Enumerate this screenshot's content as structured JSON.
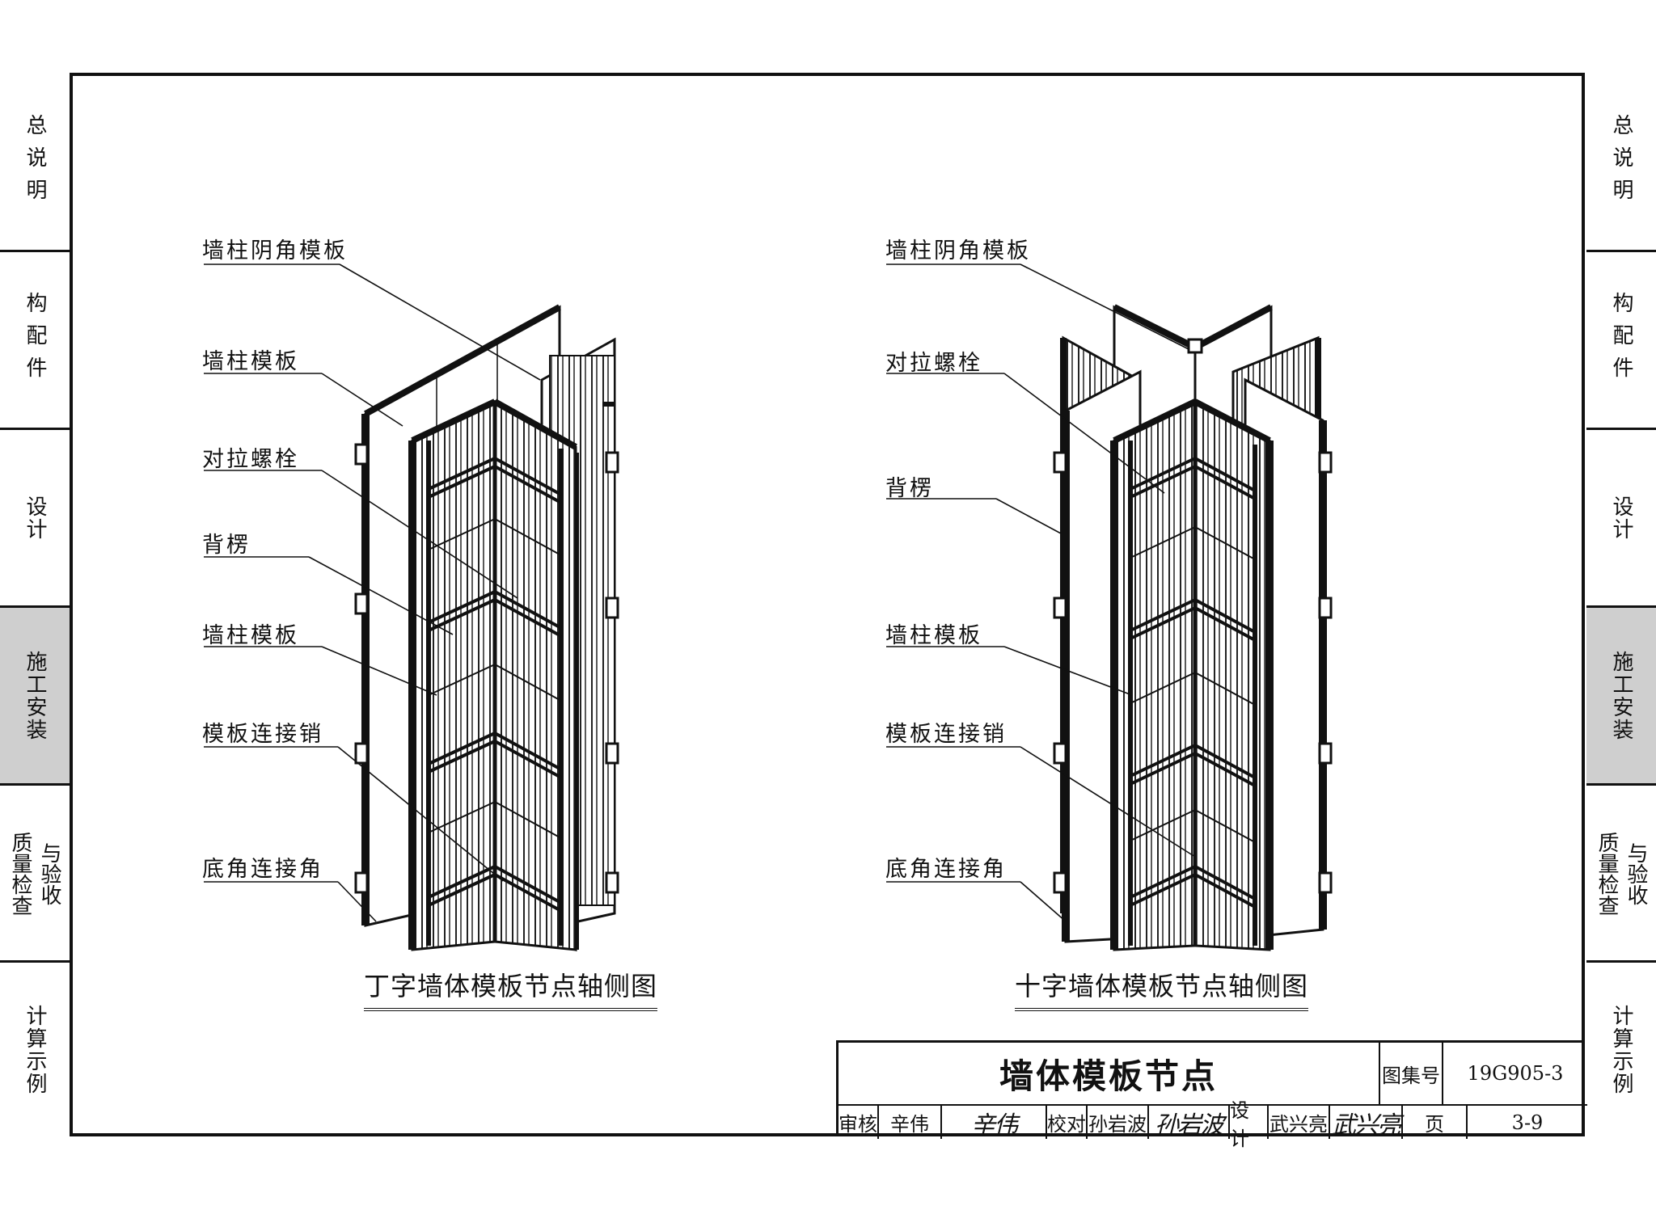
{
  "side_tabs": [
    {
      "text": "总说明",
      "active": false
    },
    {
      "text": "构配件",
      "active": false
    },
    {
      "text": "设计",
      "active": false
    },
    {
      "text": "施工安装",
      "active": true
    },
    {
      "text_left": "质量检查",
      "text_right": "与验收",
      "active": false
    },
    {
      "text": "计算示例",
      "active": false
    }
  ],
  "left_view": {
    "labels": [
      "墙柱阴角模板",
      "墙柱模板",
      "对拉螺栓",
      "背楞",
      "墙柱模板",
      "模板连接销",
      "底角连接角"
    ],
    "caption": "丁字墙体模板节点轴侧图"
  },
  "right_view": {
    "labels": [
      "墙柱阴角模板",
      "对拉螺栓",
      "背楞",
      "墙柱模板",
      "模板连接销",
      "底角连接角"
    ],
    "caption": "十字墙体模板节点轴侧图"
  },
  "title_block": {
    "title": "墙体模板节点",
    "atlas_label": "图集号",
    "atlas_no": "19G905-3",
    "review_label": "审核",
    "reviewer": "辛伟",
    "reviewer_sig": "辛伟",
    "check_label": "校对",
    "checker": "孙岩波",
    "checker_sig": "孙岩波",
    "design_label": "设计",
    "designer": "武兴亮",
    "designer_sig": "武兴亮",
    "page_label": "页",
    "page_no": "3-9"
  }
}
